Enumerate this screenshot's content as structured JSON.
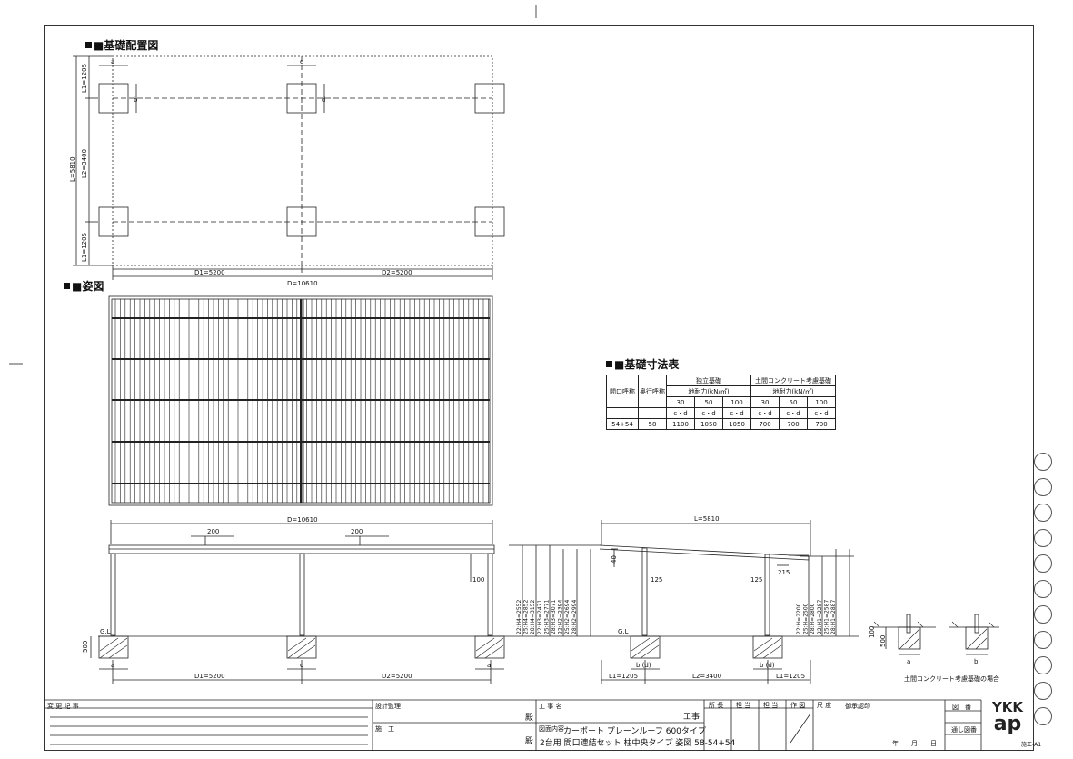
{
  "sheet": {
    "section_layout": "■基礎配置図",
    "section_view": "■姿図",
    "section_table": "■基礎寸法表"
  },
  "plan": {
    "label_a": "a",
    "label_c": "c",
    "label_b": "b",
    "label_d": "d",
    "L1_top": "L1=1205",
    "L_total": "L=5810",
    "L2": "L2=3400",
    "L1_bottom": "L1=1205",
    "D1": "D1=5200",
    "D2": "D2=5200",
    "D_total": "D=10610"
  },
  "elevation": {
    "D_total": "D=10610",
    "dim_200a": "200",
    "dim_200b": "200",
    "dim_100": "100",
    "GL": "G.L",
    "dim_500": "500",
    "label_a1": "a",
    "label_c": "c",
    "label_a2": "a",
    "D1": "D1=5200",
    "D2": "D2=5200"
  },
  "side": {
    "L_total": "L=5810",
    "dim_40": "40",
    "dim_125a": "125",
    "dim_125b": "125",
    "dim_215": "215",
    "GL": "G.L",
    "bd1": "b (d)",
    "bd2": "b (d)",
    "L1_left": "L1=1205",
    "L2": "L2=3400",
    "L1_right": "L1=1205",
    "left_heights": [
      "22:H4=2552",
      "25:H4=2852",
      "28:H4=3152",
      "22:H3=2471",
      "25:H3=2771",
      "28:H3=3071",
      "22:H2=2394",
      "25:H2=2694",
      "28:H2=2994"
    ],
    "right_heights": [
      "22:H=2200",
      "25:H=2500",
      "28:H=2800",
      "22:H1=2287",
      "25:H1=2587",
      "28:H1=2887"
    ]
  },
  "detail": {
    "dim_100": "100",
    "dim_500": "500",
    "label_a": "a",
    "label_b": "b",
    "caption": "土間コンクリート考慮基礎の場合"
  },
  "table": {
    "col_frontage": "間口呼称",
    "col_depth": "奥行呼称",
    "group1": "独立基礎",
    "group2": "土間コンクリート考慮基礎",
    "bearing": "地耐力(kN/㎡)",
    "loads": [
      "30",
      "50",
      "100",
      "30",
      "50",
      "100"
    ],
    "cd": [
      "c・d",
      "c・d",
      "c・d",
      "c・d",
      "c・d",
      "c・d"
    ],
    "row": {
      "frontage": "54+54",
      "depth": "58",
      "values": [
        "1100",
        "1050",
        "1050",
        "700",
        "700",
        "700"
      ]
    }
  },
  "titleblock": {
    "change_record": "変 更 記 事",
    "design_supervision": "設計監理",
    "honorific1": "殿",
    "construction": "施　工",
    "honorific2": "殿",
    "project_name_label": "工 事 名",
    "project_suffix": "工事",
    "drawing_content_label": "図面内容",
    "drawing_line1": "カーポート プレーンルーフ 600タイプ",
    "drawing_line2": "2台用 間口連結セット 柱中央タイプ 姿図 58-54+54",
    "approval_cols": [
      "所 長",
      "担 当",
      "担 当",
      "作 図",
      "尺 度"
    ],
    "approval_date_label": "御承認印",
    "date_text": "年　　月　　日",
    "drawing_no_label": "図　番",
    "serial_label": "通し図番",
    "sheet_code": "施工-A1",
    "logo_line1": "YKK",
    "logo_line2": "ap"
  }
}
